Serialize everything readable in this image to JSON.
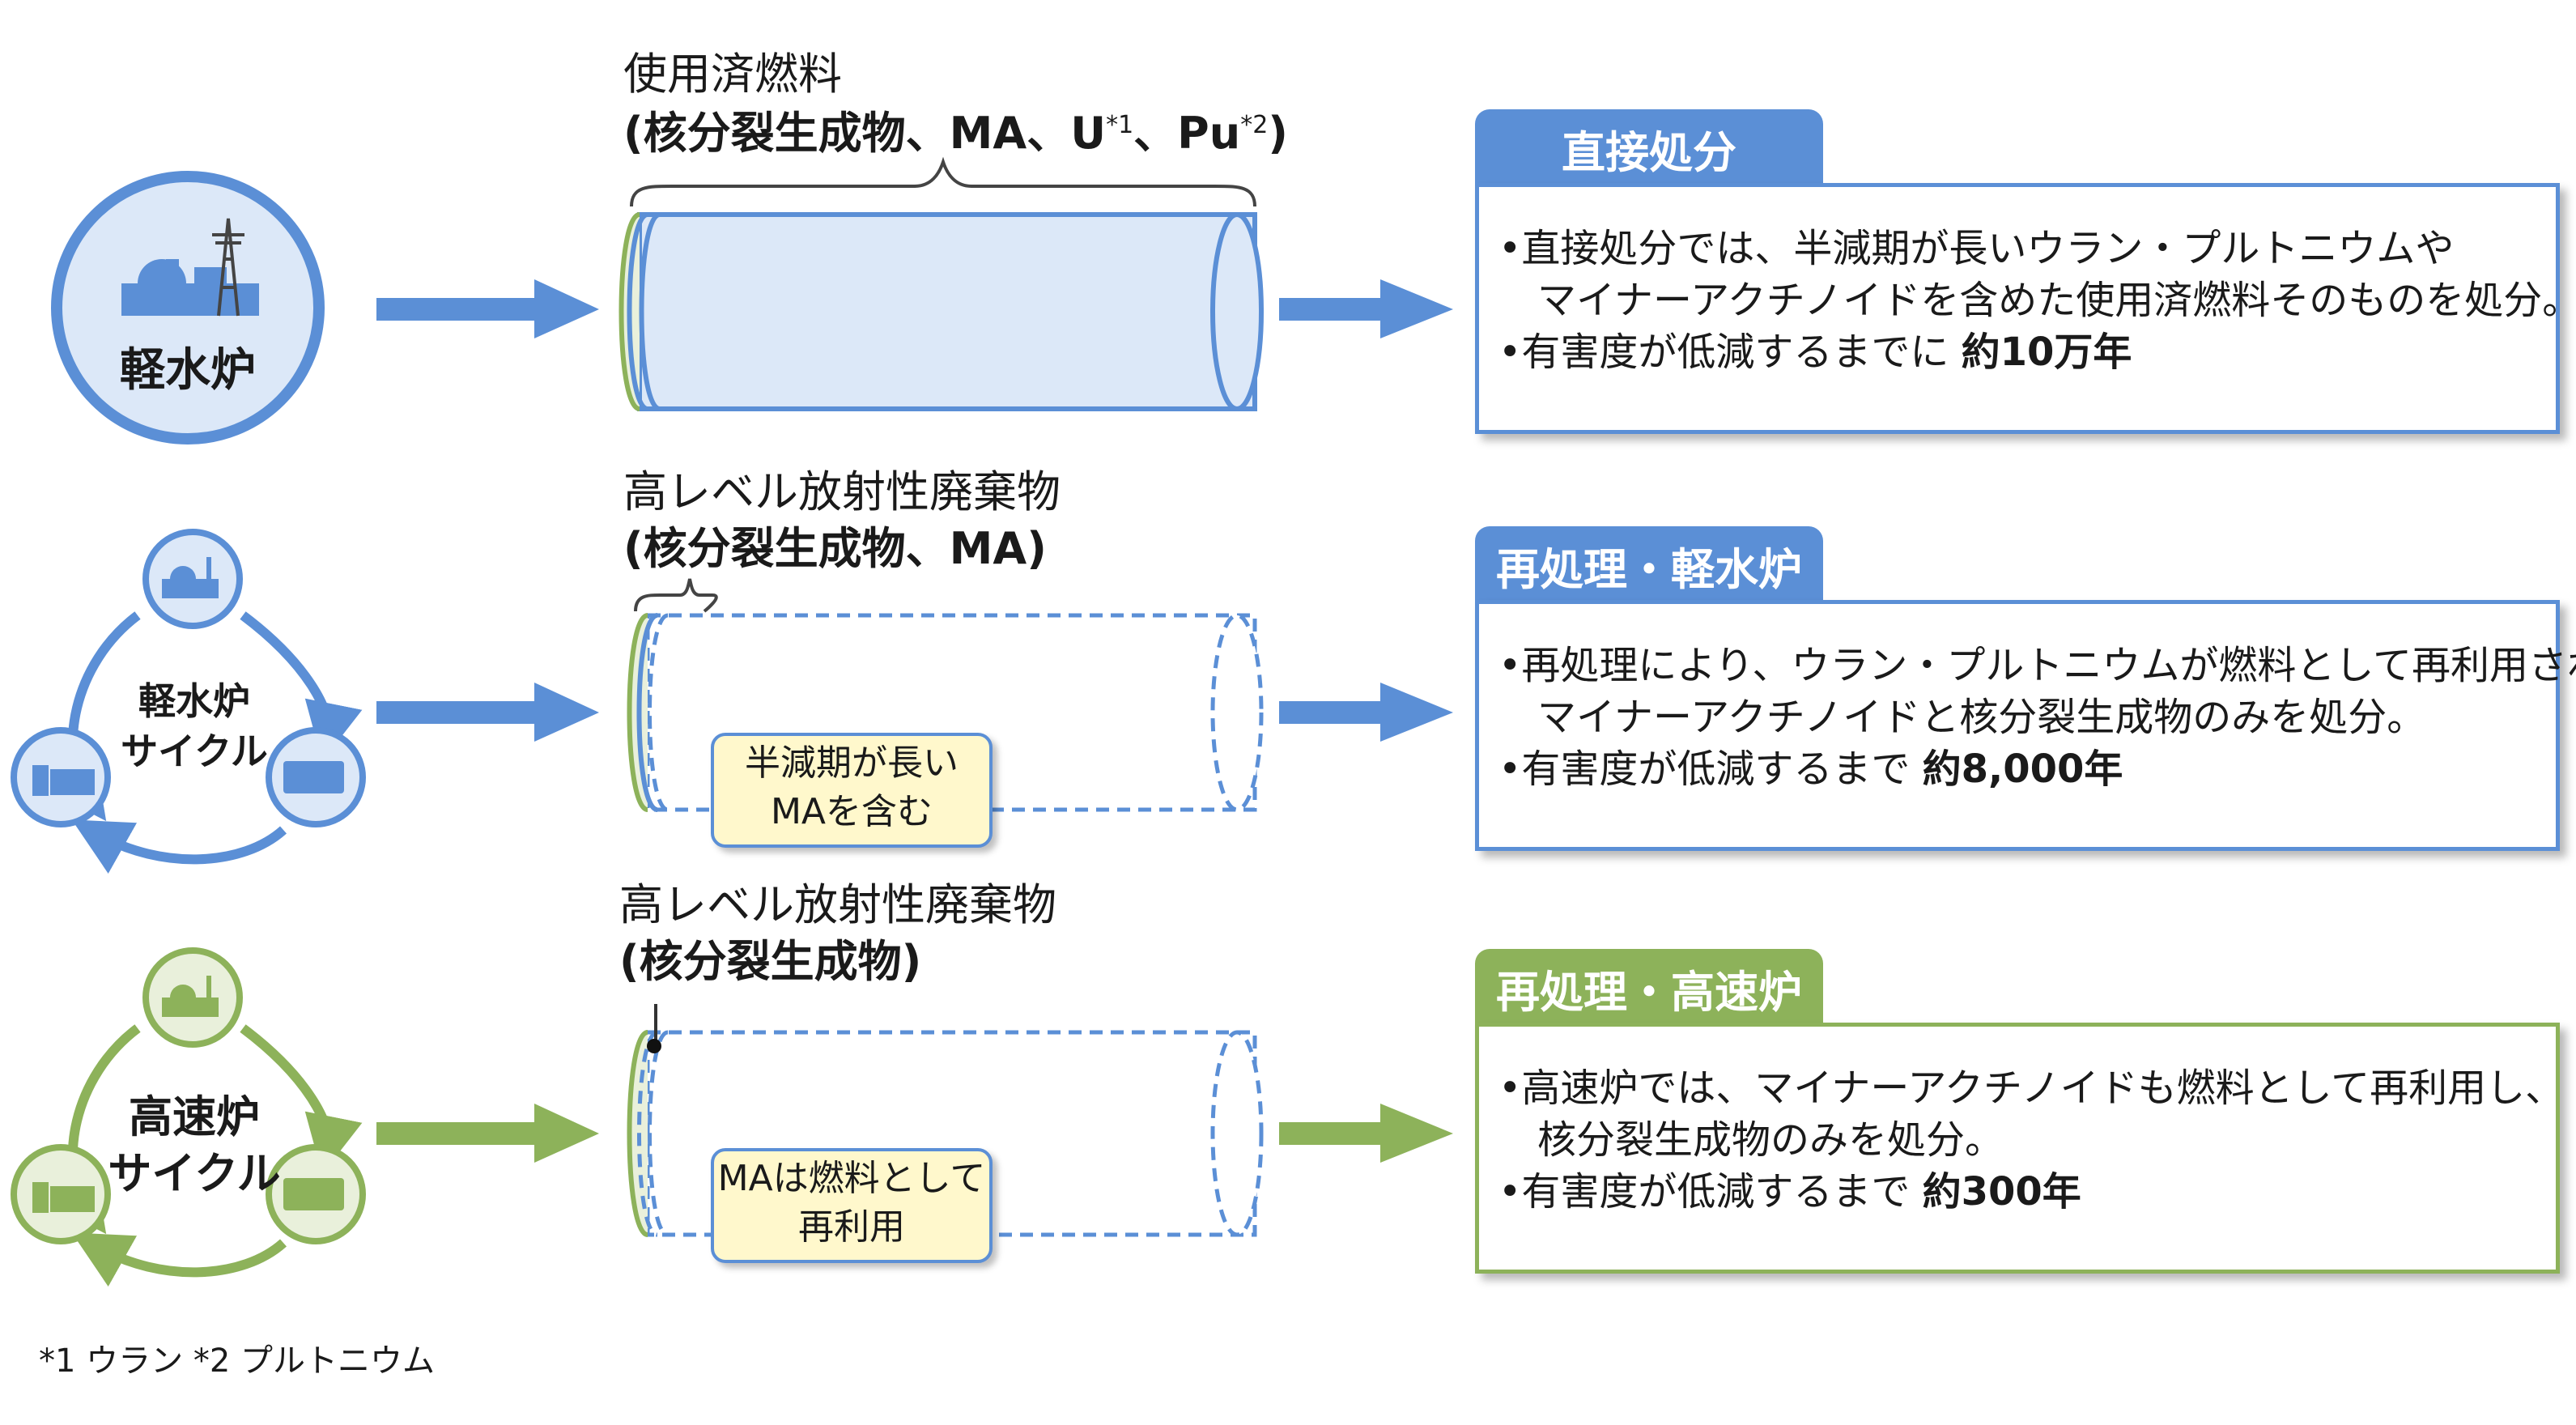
{
  "rows": [
    {
      "id": "direct",
      "source": "軽水炉",
      "fuel_label": "使用済燃料",
      "components_prefix": "(核分裂生成物、MA、U",
      "sup1": "*1",
      "components_mid": "、Pu",
      "sup2": "*2",
      "components_suffix": ")",
      "tab": "直接処分",
      "lines": [
        "•直接処分では、半減期が長いウラン・プルトニウムや",
        "　マイナーアクチノイドを含めた使用済燃料そのものを処分。"
      ],
      "last_prefix": "•有害度が低減するまでに ",
      "last_value": "約10万年"
    },
    {
      "id": "lwr",
      "source_line1": "軽水炉",
      "source_line2": "サイクル",
      "fuel_label": "高レベル放射性廃棄物",
      "components": "(核分裂生成物、MA)",
      "callout_line1": "半減期が長い",
      "callout_line2": "MAを含む",
      "tab": "再処理・軽水炉",
      "lines": [
        "•再処理により、ウラン・プルトニウムが燃料として再利用され、",
        "　マイナーアクチノイドと核分裂生成物のみを処分。"
      ],
      "last_prefix": "•有害度が低減するまで ",
      "last_value": "約8,000年"
    },
    {
      "id": "fbr",
      "source_line1": "高速炉",
      "source_line2": "サイクル",
      "fuel_label": "高レベル放射性廃棄物",
      "components": "(核分裂生成物)",
      "callout_line1": "MAは燃料として",
      "callout_line2": "再利用",
      "tab": "再処理・高速炉",
      "lines": [
        "•高速炉では、マイナーアクチノイドも燃料として再利用し、",
        "　核分裂生成物のみを処分。"
      ],
      "last_prefix": "•有害度が低減するまで ",
      "last_value": "約300年"
    }
  ],
  "footnote": "*1 ウラン *2 プルトニウム",
  "colors": {
    "blue": "#5b8fd6",
    "blue_fill": "#dce8f8",
    "green": "#8db25a",
    "green_fill": "#e9f0db",
    "callout_fill": "#fff8cc"
  },
  "icons": [
    "reactor-plant-icon",
    "fuel-cask-icon",
    "reprocessing-plant-icon",
    "cycle-arrow-icon",
    "flow-arrow-icon",
    "brace-icon"
  ]
}
